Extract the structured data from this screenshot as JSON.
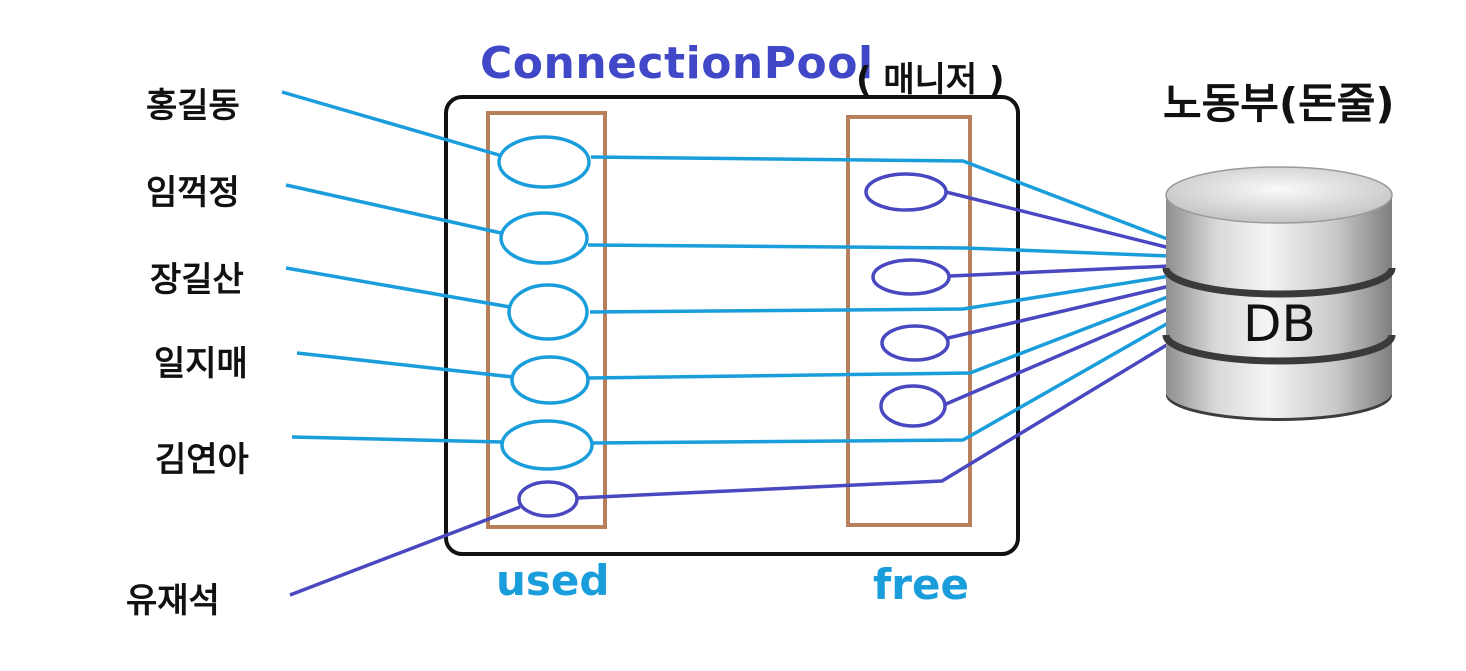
{
  "title": {
    "text": "ConnectionPool",
    "suffix": "( 매니저  )"
  },
  "colors": {
    "title": "#4048c8",
    "cyan": "#1a9ddb",
    "indigo": "#4a48c0",
    "column_border": "#b8805a",
    "frame": "#111111"
  },
  "db": {
    "title": "노동부(돈줄)",
    "label": "DB",
    "icon": "database-cylinder-icon"
  },
  "columns": {
    "used_label": "used",
    "free_label": "free"
  },
  "users": [
    {
      "name": "홍길동",
      "status": "used"
    },
    {
      "name": "임꺽정",
      "status": "used"
    },
    {
      "name": "장길산",
      "status": "used"
    },
    {
      "name": "일지매",
      "status": "used"
    },
    {
      "name": "김연아",
      "status": "used"
    },
    {
      "name": "유재석",
      "status": "used"
    }
  ],
  "connections": {
    "used_count": 6,
    "free_count": 4
  }
}
